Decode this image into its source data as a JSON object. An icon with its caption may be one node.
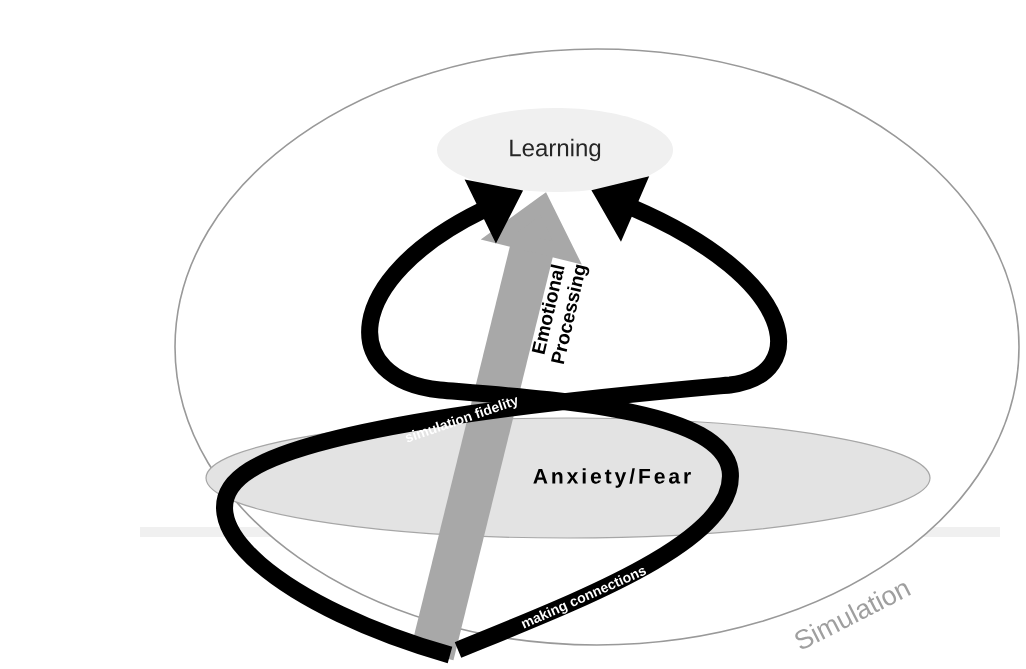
{
  "diagram": {
    "nodes": [
      {
        "text": [
          "Simulation"
        ]
      },
      {
        "text": [
          "Learning"
        ],
        "in": 0
      },
      {
        "text": [
          "Anxiety/Fear"
        ],
        "in": 0
      }
    ],
    "edges": [
      {
        "from": null,
        "to": 1,
        "arrow": "to",
        "label": "Emotional Processing",
        "style": "thick",
        "color": "#a8a8a8"
      },
      {
        "from": null,
        "to": 1,
        "arrow": "to",
        "label": "simulation fidelity"
      },
      {
        "from": null,
        "to": 1,
        "arrow": "to",
        "label": "making connections"
      }
    ]
  }
}
